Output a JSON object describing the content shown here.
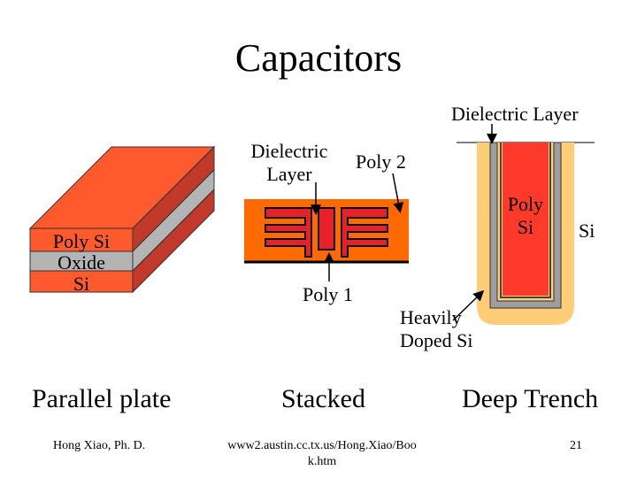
{
  "slide": {
    "title": "Capacitors",
    "parallel_plate": {
      "caption": "Parallel plate",
      "layer_labels": [
        "Poly Si",
        "Oxide",
        "Si"
      ]
    },
    "stacked": {
      "caption": "Stacked",
      "label_dielectric_line1": "Dielectric",
      "label_dielectric_line2": "Layer",
      "label_poly2": "Poly 2",
      "label_poly1": "Poly 1"
    },
    "deep_trench": {
      "caption": "Deep Trench",
      "label_dielectric_layer": "Dielectric Layer",
      "label_poly_line1": "Poly",
      "label_poly_line2": "Si",
      "label_si": "Si",
      "label_doped_line1": "Heavily",
      "label_doped_line2": "Doped Si"
    },
    "footer": {
      "author": "Hong Xiao, Ph. D.",
      "url_line1": "www2.austin.cc.tx.us/Hong.Xiao/Boo",
      "url_line2": "k.htm",
      "page_number": "21"
    },
    "colors": {
      "poly_orange": "#ff5a2e",
      "poly_side": "#c0392b",
      "oxide_gray": "#b4b4b4",
      "stack_orange": "#ff6a00",
      "stack_red": "#e8202a",
      "trench_red": "#ff3a2a",
      "doped_tan": "#ffcc77"
    }
  }
}
